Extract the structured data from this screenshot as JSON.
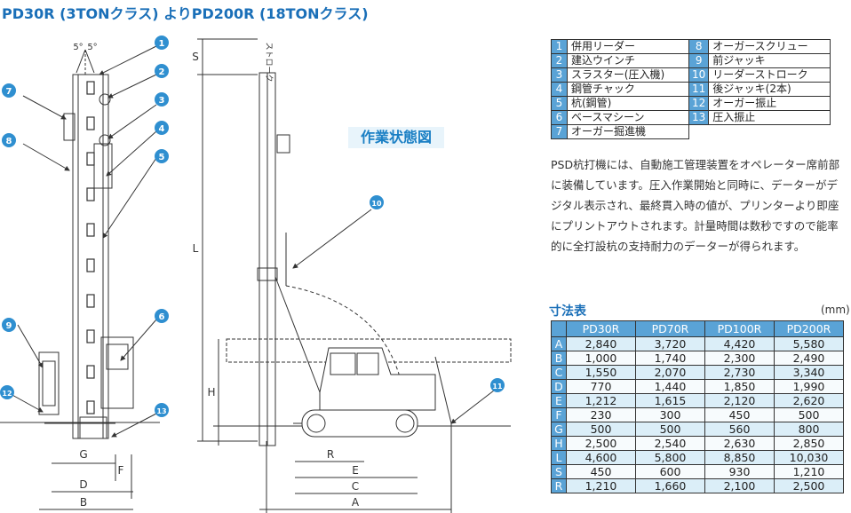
{
  "title": "PD30R (3TONクラス) よりPD200R (18TONクラス)",
  "state_label": "作業状態図",
  "diagram_letters": {
    "S": "S",
    "L": "L",
    "H": "H",
    "R": "R",
    "E": "E",
    "C": "C",
    "A": "A",
    "G": "G",
    "F": "F",
    "D": "D",
    "B": "B",
    "stroke": "ストローク",
    "angle1": "5°",
    "angle2": "5°"
  },
  "callouts": [
    "1",
    "2",
    "3",
    "4",
    "5",
    "6",
    "7",
    "8",
    "9",
    "10",
    "11",
    "12",
    "13"
  ],
  "parts": [
    {
      "n": "1",
      "label": "併用リーダー"
    },
    {
      "n": "2",
      "label": "建込ウインチ"
    },
    {
      "n": "3",
      "label": "スラスター(圧入機)"
    },
    {
      "n": "4",
      "label": "鋼管チャック"
    },
    {
      "n": "5",
      "label": "杭(鋼管)"
    },
    {
      "n": "6",
      "label": "ベースマシーン"
    },
    {
      "n": "7",
      "label": "オーガー掘進機"
    },
    {
      "n": "8",
      "label": "オーガースクリュー"
    },
    {
      "n": "9",
      "label": "前ジャッキ"
    },
    {
      "n": "10",
      "label": "リーダーストローク"
    },
    {
      "n": "11",
      "label": "後ジャッキ(2本)"
    },
    {
      "n": "12",
      "label": "オーガー振止"
    },
    {
      "n": "13",
      "label": "圧入振止"
    }
  ],
  "description": "PSD杭打機には、自動施工管理装置をオペレーター席前部に装備しています。圧入作業開始と同時に、データーがデジタル表示され、最終貫入時の値が、プリンターより即座にプリントアウトされます。計量時間は数秒ですので能率的に全打設杭の支持耐力のデーターが得られます。",
  "dimension_table": {
    "title": "寸法表",
    "unit": "(mm)",
    "headers": [
      "PD30R",
      "PD70R",
      "PD100R",
      "PD200R"
    ],
    "rows": [
      {
        "key": "A",
        "values": [
          "2,840",
          "3,720",
          "4,420",
          "5,580"
        ]
      },
      {
        "key": "B",
        "values": [
          "1,000",
          "1,740",
          "2,300",
          "2,490"
        ]
      },
      {
        "key": "C",
        "values": [
          "1,550",
          "2,070",
          "2,730",
          "3,340"
        ]
      },
      {
        "key": "D",
        "values": [
          "770",
          "1,440",
          "1,850",
          "1,990"
        ]
      },
      {
        "key": "E",
        "values": [
          "1,212",
          "1,615",
          "2,120",
          "2,620"
        ]
      },
      {
        "key": "F",
        "values": [
          "230",
          "300",
          "450",
          "500"
        ]
      },
      {
        "key": "G",
        "values": [
          "500",
          "500",
          "560",
          "800"
        ]
      },
      {
        "key": "H",
        "values": [
          "2,500",
          "2,540",
          "2,630",
          "2,850"
        ]
      },
      {
        "key": "L",
        "values": [
          "4,600",
          "5,800",
          "8,850",
          "10,030"
        ]
      },
      {
        "key": "S",
        "values": [
          "450",
          "600",
          "930",
          "1,210"
        ]
      },
      {
        "key": "R",
        "values": [
          "1,210",
          "1,660",
          "2,100",
          "2,500"
        ]
      }
    ]
  },
  "colors": {
    "accent": "#1a6fb8",
    "table_blue": "#5aa3d6",
    "callout": "#2f8fd0"
  }
}
